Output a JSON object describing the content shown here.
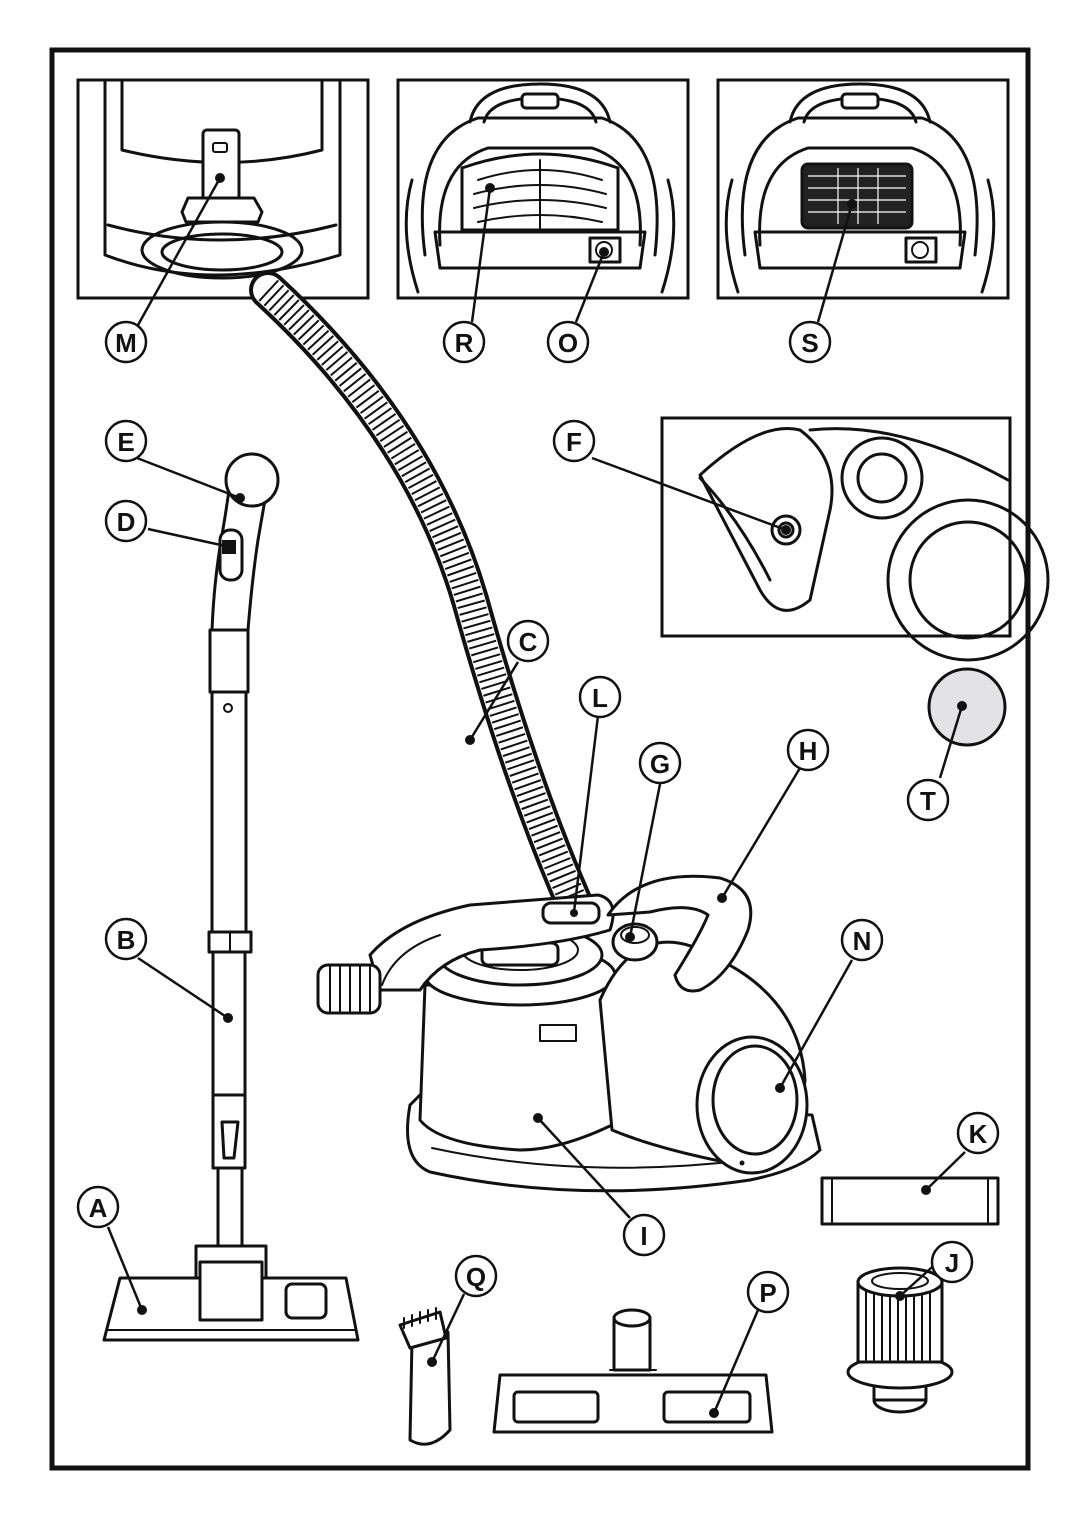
{
  "labels": {
    "A": "A",
    "B": "B",
    "C": "C",
    "D": "D",
    "E": "E",
    "F": "F",
    "G": "G",
    "H": "H",
    "I": "I",
    "J": "J",
    "K": "K",
    "L": "L",
    "M": "M",
    "N": "N",
    "O": "O",
    "P": "P",
    "Q": "Q",
    "R": "R",
    "S": "S",
    "T": "T"
  }
}
